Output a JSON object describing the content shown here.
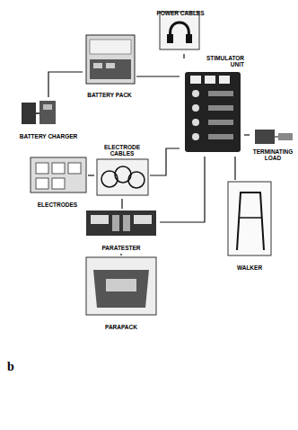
{
  "diagram": {
    "nodes": [
      {
        "text": [
          "POWER CABLES"
        ]
      },
      {
        "text": [
          "BATTERY PACK"
        ]
      },
      {
        "text": [
          "BATTERY CHARGER"
        ]
      },
      {
        "text": [
          "STIMULATOR UNIT"
        ]
      },
      {
        "text": [
          "TERMINATING LOAD"
        ]
      },
      {
        "text": [
          "ELECTRODE CABLES"
        ]
      },
      {
        "text": [
          "ELECTRODES"
        ]
      },
      {
        "text": [
          "WALKER"
        ]
      },
      {
        "text": [
          "PARATESTER"
        ]
      },
      {
        "text": [
          "PARAPACK"
        ]
      }
    ],
    "edges": [
      {
        "from": 0,
        "to": 3,
        "arrow": "none"
      },
      {
        "from": 1,
        "to": 2,
        "arrow": "none"
      },
      {
        "from": 1,
        "to": 3,
        "arrow": "none"
      },
      {
        "from": 3,
        "to": 4,
        "arrow": "none"
      },
      {
        "from": 3,
        "to": 5,
        "arrow": "none"
      },
      {
        "from": 5,
        "to": 6,
        "arrow": "none"
      },
      {
        "from": 3,
        "to": 7,
        "arrow": "none"
      },
      {
        "from": 5,
        "to": 8,
        "arrow": "none"
      },
      {
        "from": 3,
        "to": 8,
        "arrow": "none"
      },
      {
        "from": 8,
        "to": 9,
        "arrow": "none"
      }
    ],
    "labels": [
      "b"
    ]
  }
}
